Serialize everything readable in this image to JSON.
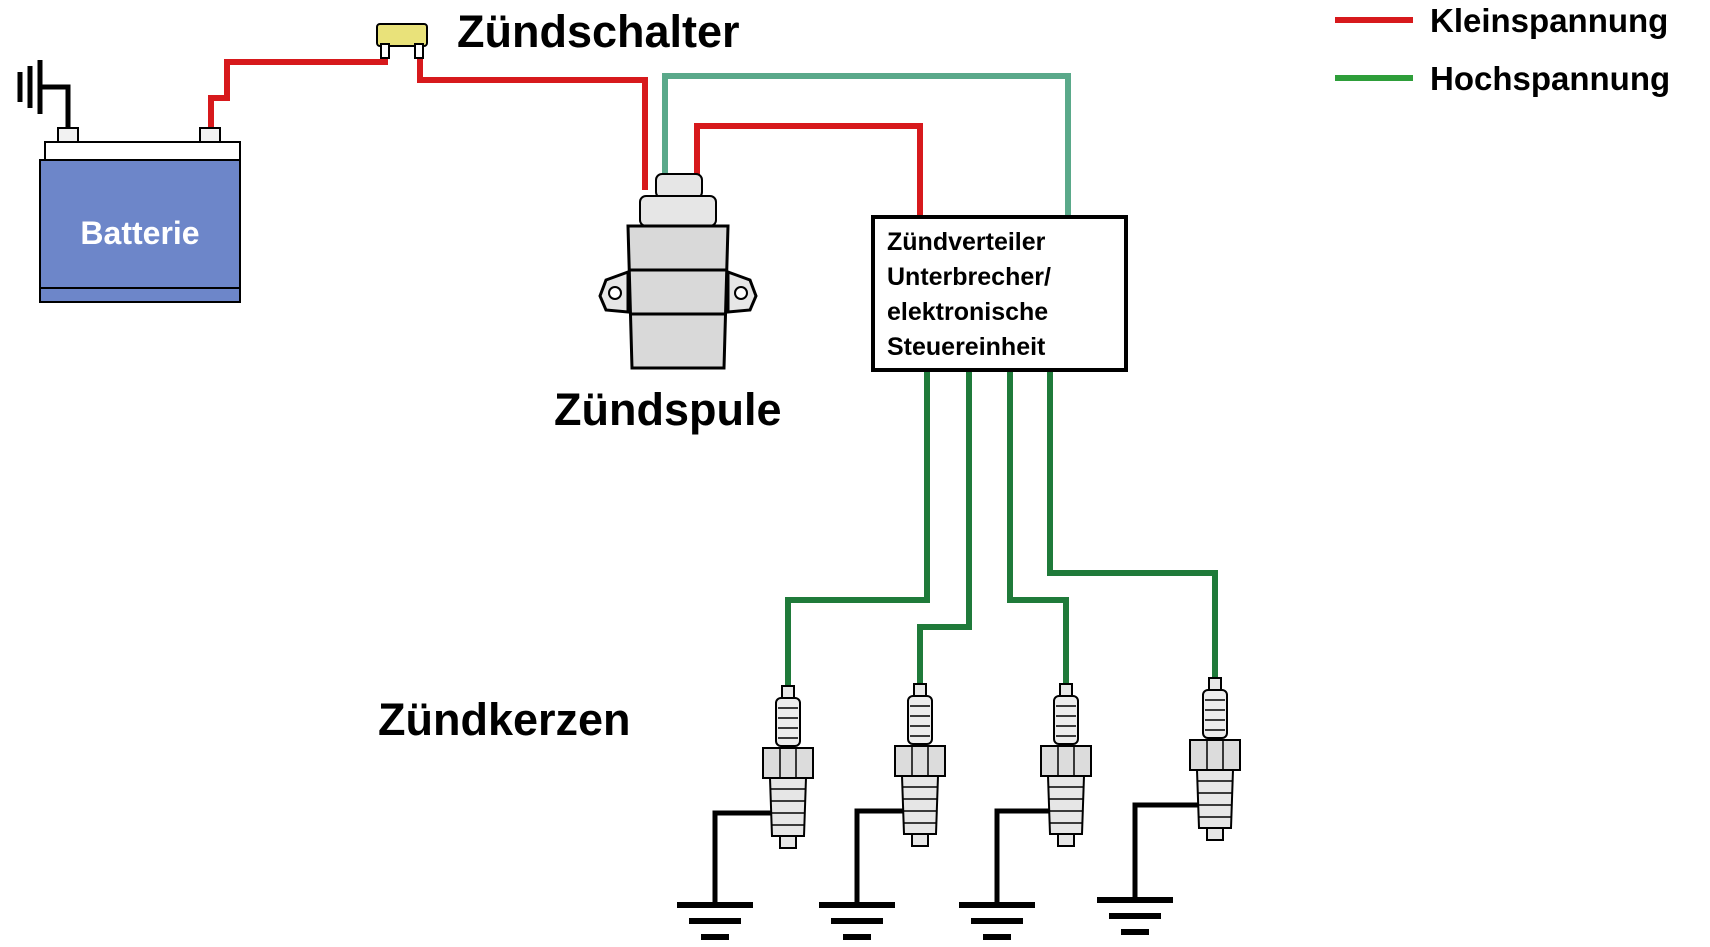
{
  "labels": {
    "ignition_switch": "Zündschalter",
    "battery": "Batterie",
    "ignition_coil": "Zündspule",
    "spark_plugs": "Zündkerzen"
  },
  "distributor_box": {
    "lines": [
      "Zündverteiler",
      "Unterbrecher/",
      "elektronische",
      "Steuereinheit"
    ]
  },
  "legend": [
    {
      "label": "Kleinspannung",
      "color": "#d7191c"
    },
    {
      "label": "Hochspannung",
      "color": "#2e9e3a"
    }
  ],
  "colors": {
    "low_voltage_wire": "#d7191c",
    "high_voltage_wire": "#1f7a3a",
    "coil_supply_wire": "#5aa98a",
    "battery_body": "#6d86c9",
    "fuse": "#e9e27a",
    "ground": "#000000"
  },
  "spark_plug_count": 4
}
